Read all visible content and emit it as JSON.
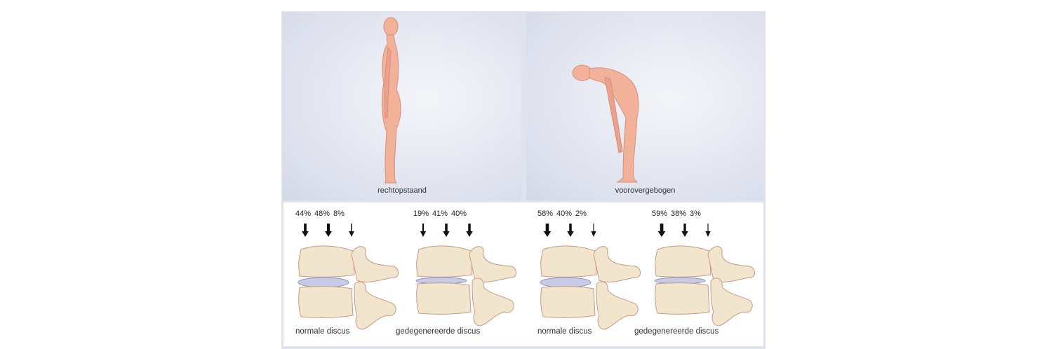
{
  "top": {
    "left_caption": "rechtopstaand",
    "right_caption": "voorovergebogen"
  },
  "groups": [
    {
      "label": "normale discus",
      "values": [
        "44%",
        "48%",
        "8%"
      ]
    },
    {
      "label": "gedegenereerde discus",
      "values": [
        "19%",
        "41%",
        "40%"
      ]
    },
    {
      "label": "normale discus",
      "values": [
        "58%",
        "40%",
        "2%"
      ]
    },
    {
      "label": "gedegenereerde discus",
      "values": [
        "59%",
        "38%",
        "3%"
      ]
    }
  ],
  "colors": {
    "skin": "#f2b29a",
    "bone": "#f1e5cd",
    "disc": "#c7cbe6",
    "panel": "#dde1ed"
  }
}
